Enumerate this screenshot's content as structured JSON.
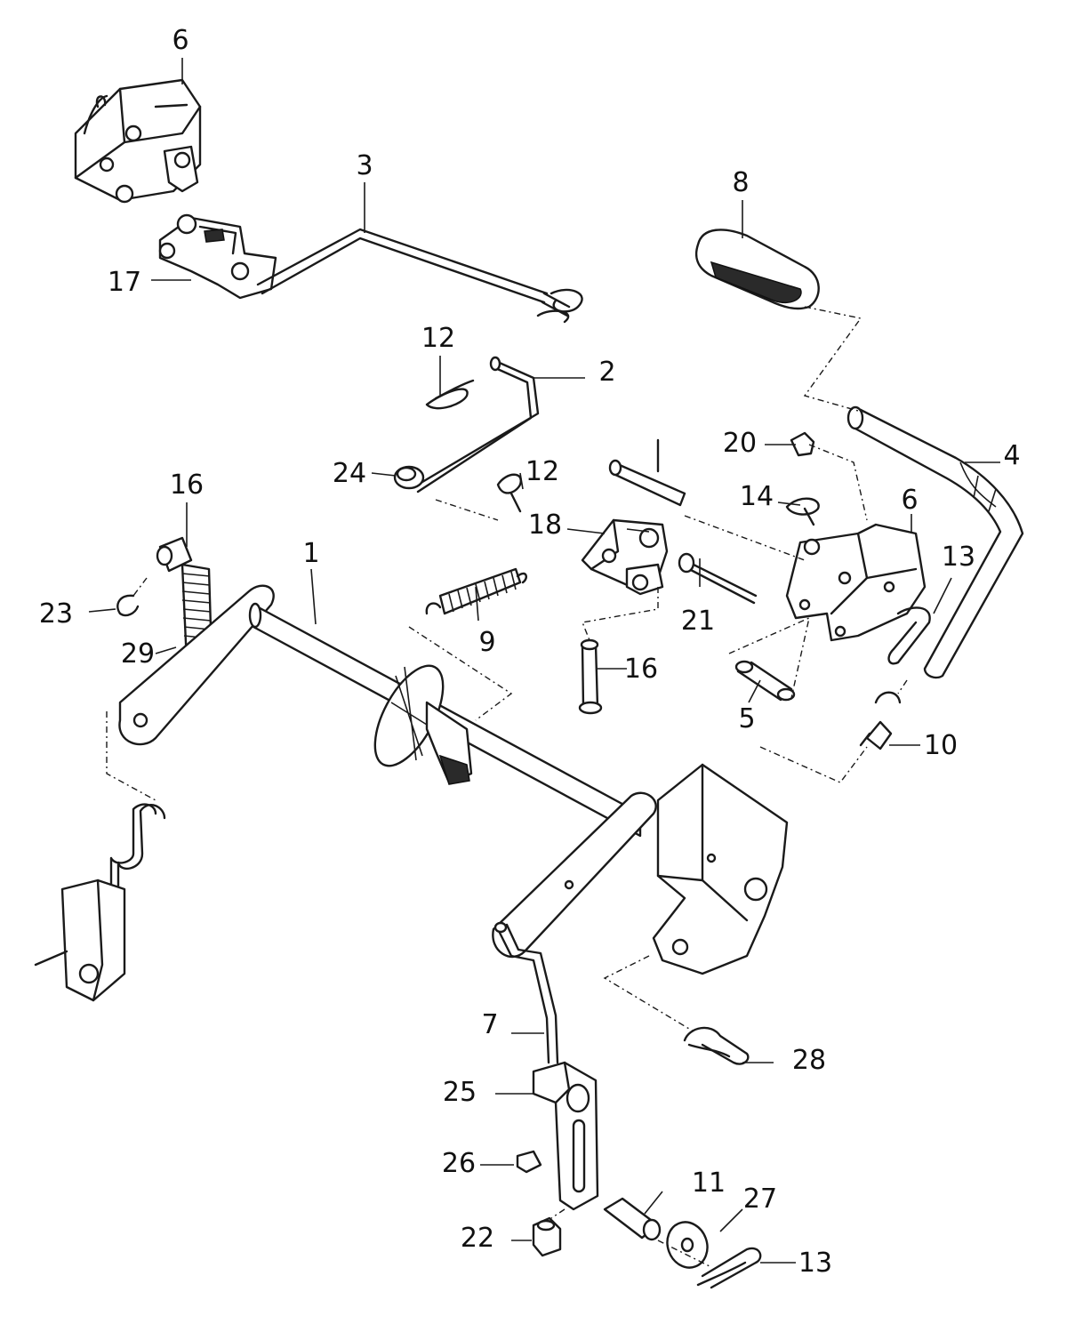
{
  "callouts": [
    {
      "id": "c6a",
      "label": "6"
    },
    {
      "id": "c3",
      "label": "3"
    },
    {
      "id": "c8",
      "label": "8"
    },
    {
      "id": "c17",
      "label": "17"
    },
    {
      "id": "c12a",
      "label": "12"
    },
    {
      "id": "c2",
      "label": "2"
    },
    {
      "id": "c20",
      "label": "20"
    },
    {
      "id": "c4",
      "label": "4"
    },
    {
      "id": "c24",
      "label": "24"
    },
    {
      "id": "c12b",
      "label": "12"
    },
    {
      "id": "c14",
      "label": "14"
    },
    {
      "id": "c6b",
      "label": "6"
    },
    {
      "id": "c16a",
      "label": "16"
    },
    {
      "id": "c18",
      "label": "18"
    },
    {
      "id": "c13a",
      "label": "13"
    },
    {
      "id": "c1",
      "label": "1"
    },
    {
      "id": "c23",
      "label": "23"
    },
    {
      "id": "c21",
      "label": "21"
    },
    {
      "id": "c29",
      "label": "29"
    },
    {
      "id": "c9",
      "label": "9"
    },
    {
      "id": "c16b",
      "label": "16"
    },
    {
      "id": "c5",
      "label": "5"
    },
    {
      "id": "c10",
      "label": "10"
    },
    {
      "id": "c7",
      "label": "7"
    },
    {
      "id": "c28",
      "label": "28"
    },
    {
      "id": "c25",
      "label": "25"
    },
    {
      "id": "c26",
      "label": "26"
    },
    {
      "id": "c11",
      "label": "11"
    },
    {
      "id": "c27",
      "label": "27"
    },
    {
      "id": "c22",
      "label": "22"
    },
    {
      "id": "c13b",
      "label": "13"
    }
  ]
}
